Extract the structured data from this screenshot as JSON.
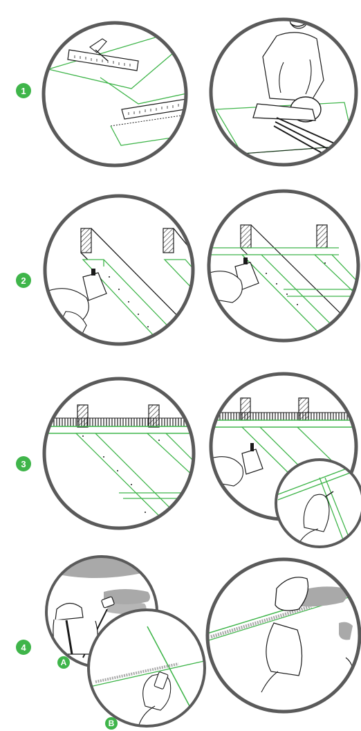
{
  "steps": [
    {
      "number": "1"
    },
    {
      "number": "2"
    },
    {
      "number": "3"
    },
    {
      "number": "4"
    }
  ],
  "sub_labels": {
    "a": "A",
    "b": "B"
  },
  "colors": {
    "accent": "#3fb54a",
    "line": "#1a1a1a",
    "circle": "#5a5a5a",
    "smudge": "#a9a9a9"
  }
}
